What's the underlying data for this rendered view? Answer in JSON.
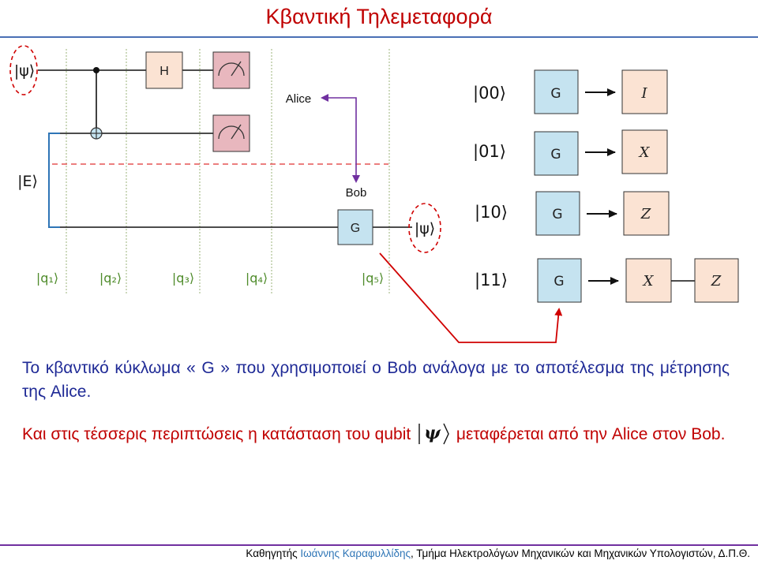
{
  "title": "Κβαντική Τηλεμεταφορά",
  "circuit": {
    "input_ket": "|ψ⟩",
    "entangled_ket": "|E⟩",
    "output_ket": "|ψ⟩",
    "h_gate": "H",
    "g_gate": "G",
    "alice": "Alice",
    "bob": "Bob",
    "q_labels": [
      "|q₁⟩",
      "|q₂⟩",
      "|q₃⟩",
      "|q₄⟩",
      "|q₅⟩"
    ]
  },
  "cases": [
    {
      "ket": "|00⟩",
      "gate": "G",
      "ops": [
        "I"
      ]
    },
    {
      "ket": "|01⟩",
      "gate": "G",
      "ops": [
        "X"
      ]
    },
    {
      "ket": "|10⟩",
      "gate": "G",
      "ops": [
        "Z"
      ]
    },
    {
      "ket": "|11⟩",
      "gate": "G",
      "ops": [
        "X",
        "Z"
      ]
    }
  ],
  "text": {
    "para1": "Το κβαντικό κύκλωμα « G » που χρησιμοποιεί ο Bob ανάλογα με το αποτέλεσμα της μέτρησης της Alice.",
    "para2_a": "Και στις τέσσερις περιπτώσεις η κατάσταση του qubit",
    "para2_ket": "|ψ⟩",
    "para2_b": "μεταφέρεται από την Alice στον Bob."
  },
  "footer": {
    "prefix": "Καθηγητής ",
    "name": "Ιωάννης Καραφυλλίδης",
    "suffix": ", Τμήμα Ηλεκτρολόγων Μηχανικών και Μηχανικών Υπολογιστών, Δ.Π.Θ."
  },
  "colors": {
    "title": "#c00000",
    "wire": "#111111",
    "entangle_wire": "#2e75b6",
    "alice_arrow": "#7030a0",
    "red_arrow": "#d00000",
    "gate_blue": "#c5e3f0",
    "gate_peach": "#fbe3d3",
    "meter_pink": "#e8b7be",
    "guide_green": "#9bb37a"
  }
}
